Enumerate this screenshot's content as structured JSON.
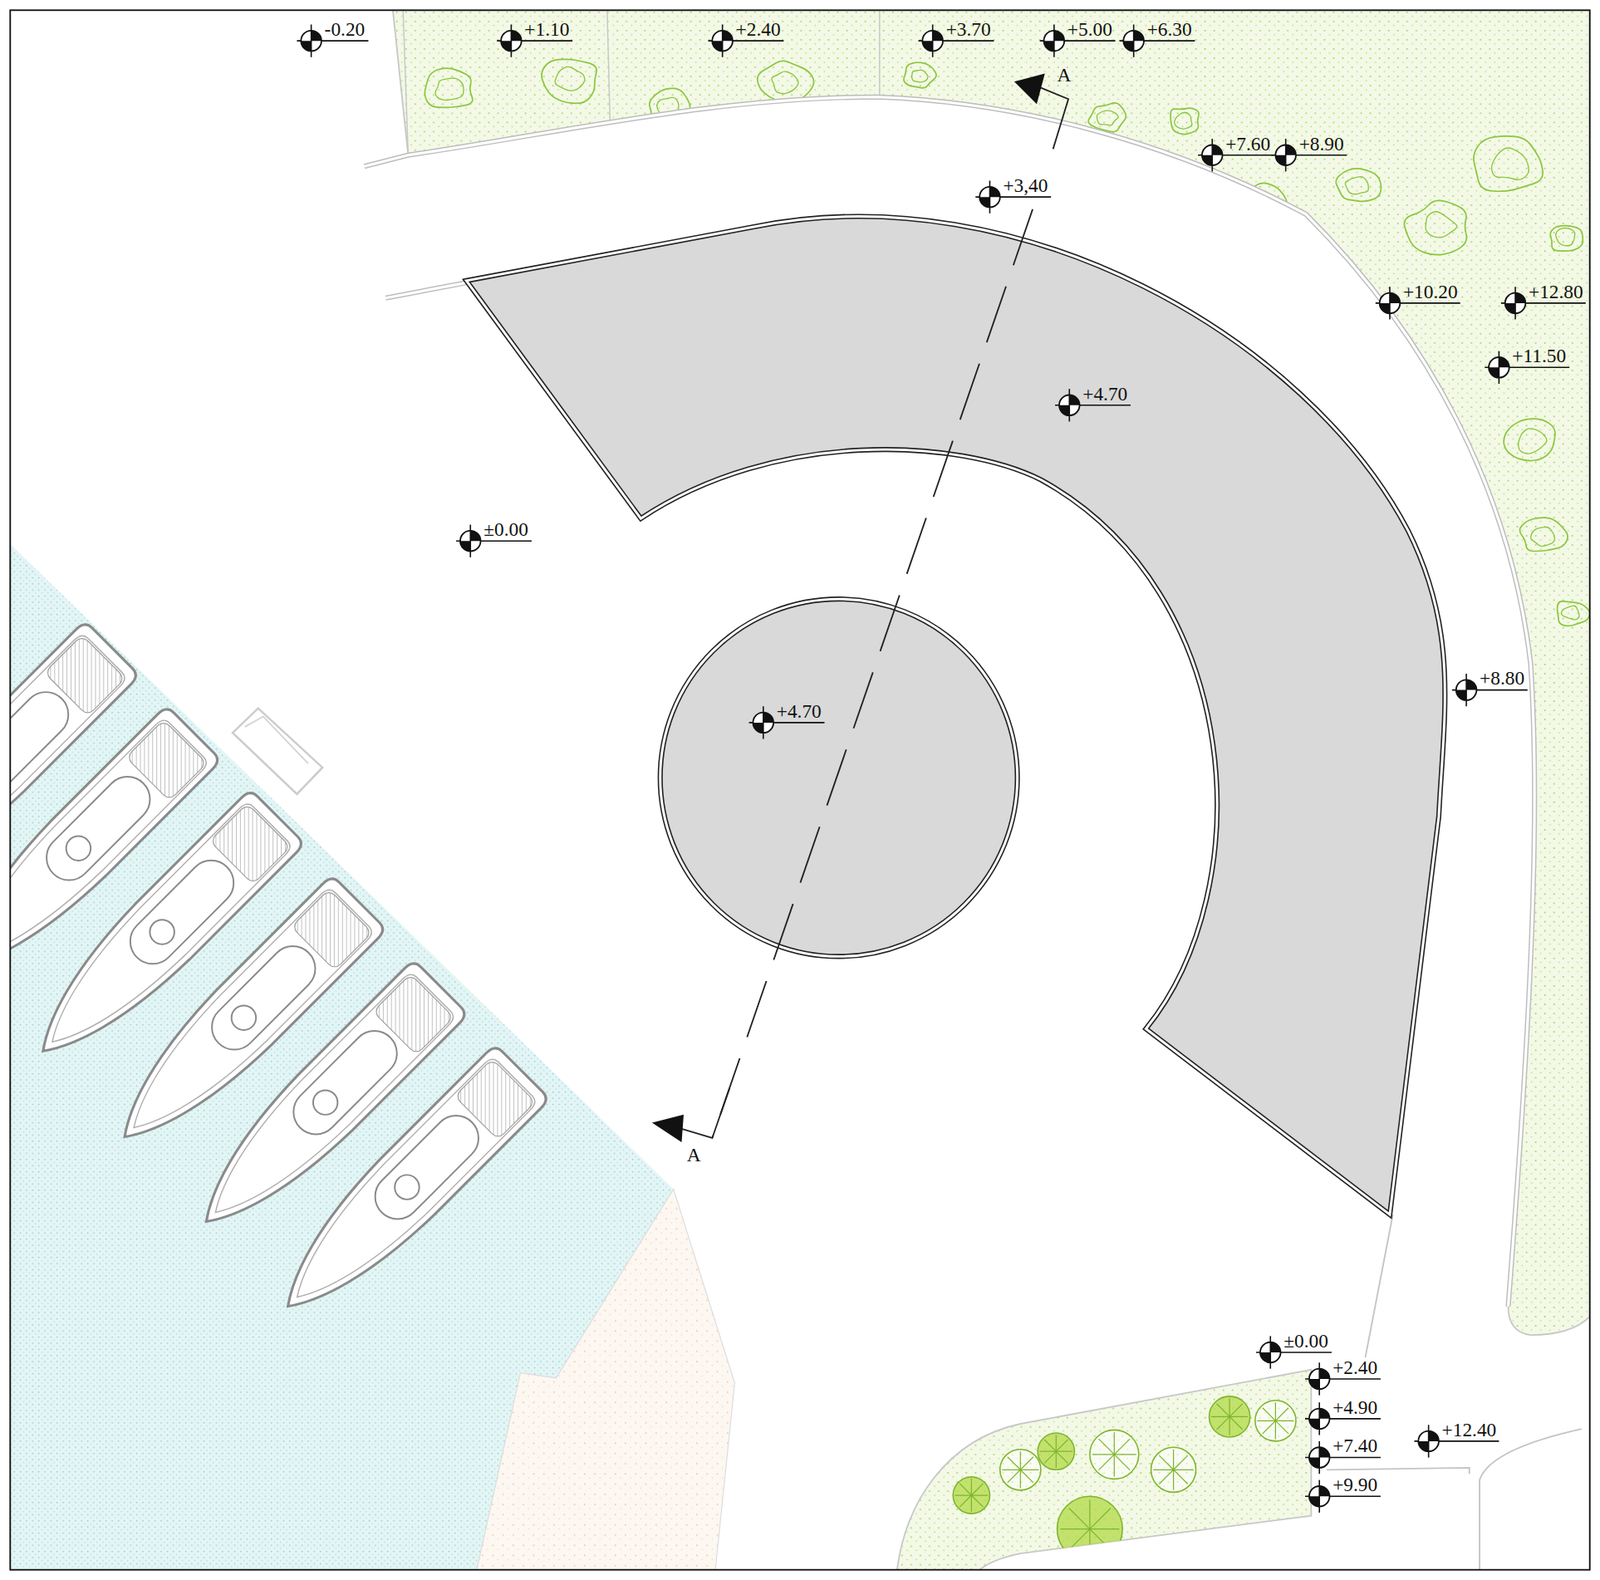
{
  "diagram": {
    "nodes": [
      {
        "text": [
          "+4.70"
        ]
      },
      {
        "text": [
          "+4.70"
        ]
      }
    ],
    "labels": [
      "-0.20",
      "+1.10",
      "+2.40",
      "+3.70",
      "+5.00",
      "+6.30",
      "A",
      "+7.60",
      "+8.90",
      "+3,40",
      "+10.20",
      "+12.80",
      "+11.50",
      "±0.00",
      "+8.80",
      "A",
      "±0.00",
      "+2.40",
      "+4.90",
      "+12.40",
      "+7.40",
      "+9.90"
    ]
  }
}
